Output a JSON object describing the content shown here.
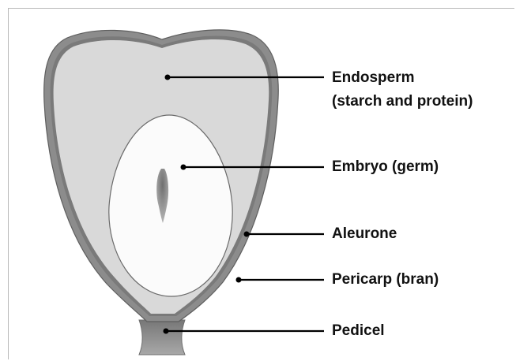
{
  "labels": {
    "endosperm_line1": "Endosperm",
    "endosperm_line2": "(starch and protein)",
    "embryo": "Embryo (germ)",
    "aleurone": "Aleurone",
    "pericarp": "Pericarp (bran)",
    "pedicel": "Pedicel"
  },
  "colors": {
    "pericarp": "#8c8c8c",
    "aleurone": "#7a7a7a",
    "endosperm": "#d9d9d9",
    "embryo": "#fbfbfb",
    "embryonic_axis": "#8a8a8a",
    "pedicel": "#909090",
    "leader_line": "#000000"
  }
}
